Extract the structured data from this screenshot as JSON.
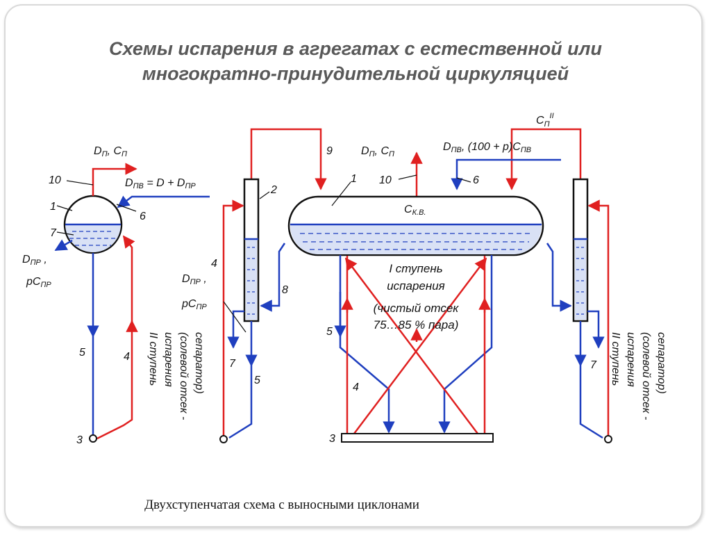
{
  "title": {
    "line1": "Схемы испарения в агрегатах с естественной или",
    "line2": "многократно-принудительной циркуляцией"
  },
  "caption": "Двухступенчатая схема с выносными циклонами",
  "colors": {
    "water": "#1f3fbf",
    "steam": "#e02020",
    "outline": "#111111"
  },
  "left_scheme": {
    "steam_out": "D_П, C_П",
    "feed": "D_ПВ = D + D_ПР",
    "blowdown_d": "D_ПР ,",
    "blowdown_c": "pC_ПР",
    "labels": {
      "n10": "10",
      "n1": "1",
      "n6": "6",
      "n7": "7",
      "n5": "5",
      "n4": "4",
      "n3": "3"
    }
  },
  "main_drum": {
    "steam_out": "D_П, C_П",
    "feed": "D_ПВ, (100 + p)C_ПВ",
    "salt_conc": "C_К.В.",
    "cyclone_steam": "C_П^II",
    "stage1": [
      "I ступень",
      "испарения",
      "(чистый отсек",
      "75…85 % пара)"
    ],
    "stage2": [
      "II ступень",
      "испарения",
      "(солевой отсек -",
      "сепаратор)"
    ],
    "blowdown_d": "D_ПР ,",
    "blowdown_c": "pC_ПР",
    "labels": {
      "n9": "9",
      "n1": "1",
      "n10": "10",
      "n6": "6",
      "n2": "2",
      "n4a": "4",
      "n8": "8",
      "n7a": "7",
      "n5a": "5",
      "n5b": "5",
      "n4b": "4",
      "n3": "3",
      "n7b": "7"
    }
  }
}
